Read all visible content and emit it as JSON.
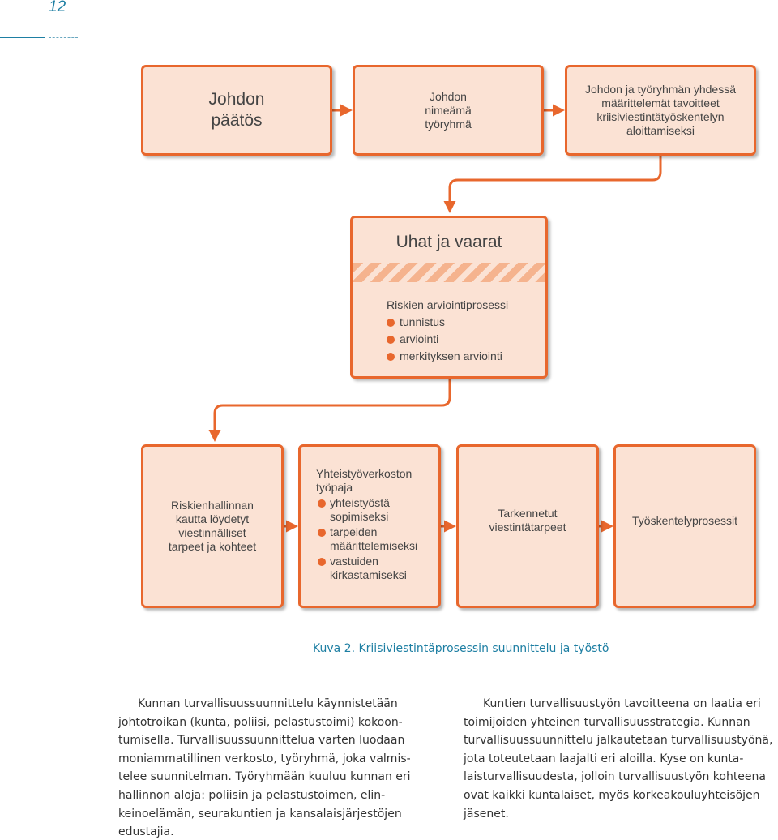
{
  "page_number": "12",
  "flow": {
    "box1": [
      "Johdon",
      "päätös"
    ],
    "box2": [
      "Johdon",
      "nimeämä",
      "työryhmä"
    ],
    "box3": [
      "Johdon ja työryhmän yhdessä",
      "määrittelemät tavoitteet",
      "kriisiviestintätyöskentelyn",
      "aloittamiseksi"
    ],
    "box4": {
      "title": "Uhat ja vaarat",
      "heading": "Riskien arviointiprosessi",
      "bullets": [
        "tunnistus",
        "arviointi",
        "merkityksen arviointi"
      ]
    },
    "box5": [
      "Riskienhallinnan",
      "kautta löydetyt",
      "viestinnälliset",
      "tarpeet ja kohteet"
    ],
    "box6": {
      "heading": [
        "Yhteistyöverkoston",
        "työpaja"
      ],
      "bullets": [
        [
          "yhteistyöstä",
          "sopimiseksi"
        ],
        [
          "tarpeiden",
          "määrittelemiseksi"
        ],
        [
          "vastuiden",
          "kirkastamiseksi"
        ]
      ]
    },
    "box7": [
      "Tarkennetut",
      "viestintätarpeet"
    ],
    "box8": [
      "Työskentelyprosessit"
    ]
  },
  "caption": "Kuva 2. Kriisiviestintäprosessin suunnittelu ja työstö",
  "left_column": [
    "Kunnan turvallisuussuunnittelu käynnistetään",
    "johtotroikan (kunta, poliisi, pelastustoimi) kokoon-",
    "tumisella. Turvallisuussuunnittelua varten luodaan",
    "moniammatillinen verkosto, työryhmä, joka valmis-",
    "telee suunnitelman. Työryhmään kuuluu kunnan eri",
    "hallinnon aloja: poliisin ja pelastustoimen, elin-",
    "keinoelämän, seurakuntien ja kansalaisjärjestöjen",
    "edustajia."
  ],
  "right_column": [
    "Kuntien turvallisuustyön tavoitteena on laatia eri",
    "toimijoiden yhteinen turvallisuusstrategia. Kunnan",
    "turvallisuussuunnittelu jalkautetaan turvallisuustyönä,",
    "jota toteutetaan laajalti eri aloilla. Kyse on kunta-",
    "laisturvallisuudesta, jolloin turvallisuustyön kohteena",
    "ovat kaikki kuntalaiset, myös korkeakouluyhteisöjen",
    "jäsenet."
  ],
  "colors": {
    "accent": "#e8672d",
    "box_fill": "#fbe2d4",
    "link_blue": "#1e7fa3"
  }
}
